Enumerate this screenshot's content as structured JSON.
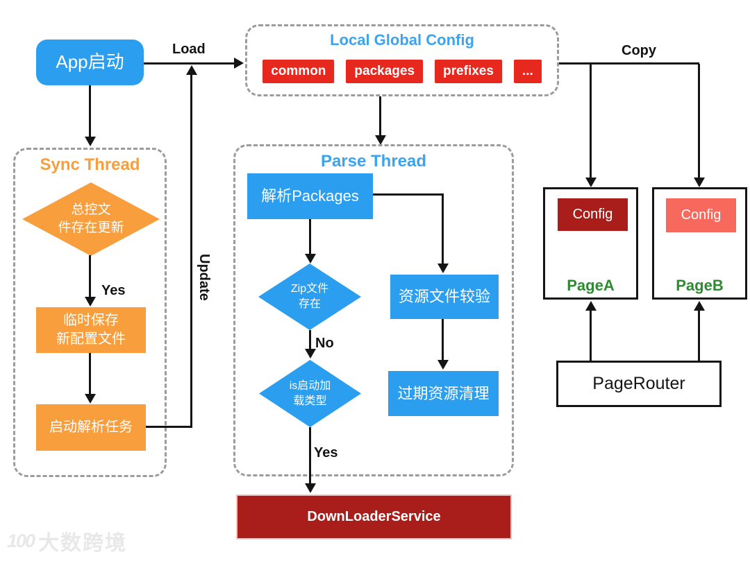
{
  "labels": {
    "load": "Load",
    "update": "Update",
    "copy": "Copy",
    "yes_sync": "Yes",
    "yes_parse": "Yes",
    "no_parse": "No"
  },
  "nodes": {
    "app_start": "App启动",
    "local_global_config": {
      "title": "Local Global Config",
      "items": [
        "common",
        "packages",
        "prefixes",
        "..."
      ]
    },
    "sync_thread": {
      "title": "Sync Thread",
      "check_update": "总控文\n件存在更新",
      "temp_save": "临时保存\n新配置文件",
      "start_parse": "启动解析任务"
    },
    "parse_thread": {
      "title": "Parse Thread",
      "parse_packages": "解析Packages",
      "zip_exists": "Zip文件\n存在",
      "is_launch_type": "is启动加\n载类型",
      "verify_res": "资源文件较验",
      "clean_res": "过期资源清理"
    },
    "downloader": "DownLoaderService",
    "page_a": {
      "config": "Config",
      "label": "PageA"
    },
    "page_b": {
      "config": "Config",
      "label": "PageB"
    },
    "page_router": "PageRouter"
  },
  "watermark": {
    "logo": "100",
    "text": "大数跨境"
  },
  "colors": {
    "blue": "#2b9ef0",
    "title_blue": "#3aa4f0",
    "orange": "#f89e3d",
    "red": "#e7281e",
    "dark_red": "#a91e1b",
    "salmon": "#f7695c",
    "green": "#2e8b33",
    "line": "#141414"
  }
}
